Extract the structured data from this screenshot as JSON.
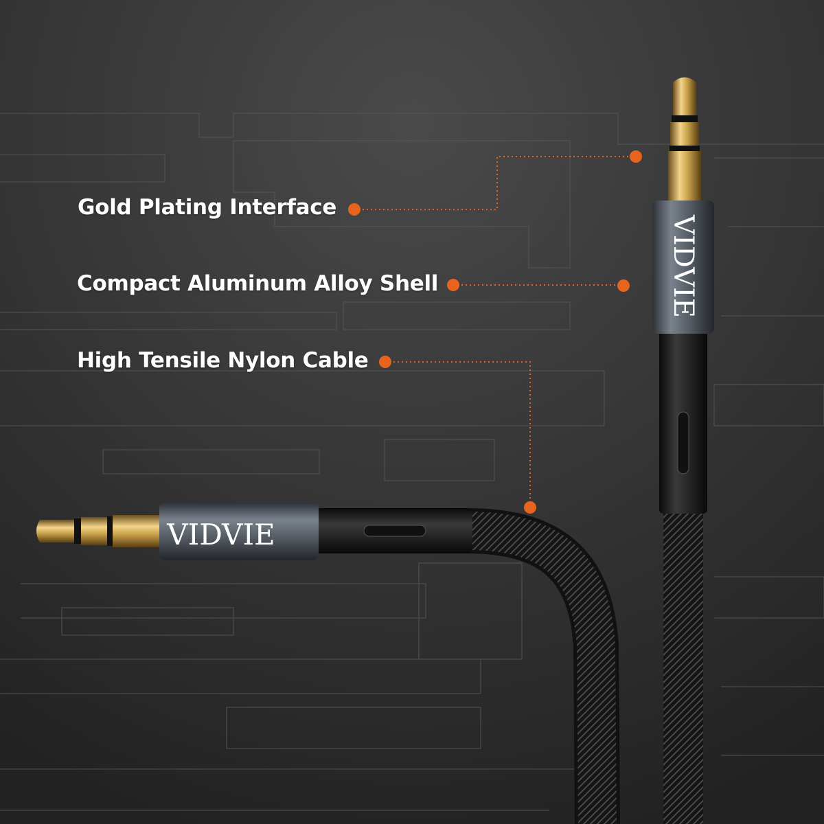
{
  "callouts": [
    {
      "label": "Gold Plating Interface"
    },
    {
      "label": "Compact Aluminum Alloy Shell"
    },
    {
      "label": "High Tensile Nylon Cable"
    }
  ],
  "brand": "VIDVIE",
  "colors": {
    "accent": "#e8641e",
    "background": "#2c2c2c",
    "gold": "#c9a24a",
    "shell": "#5a6068"
  }
}
